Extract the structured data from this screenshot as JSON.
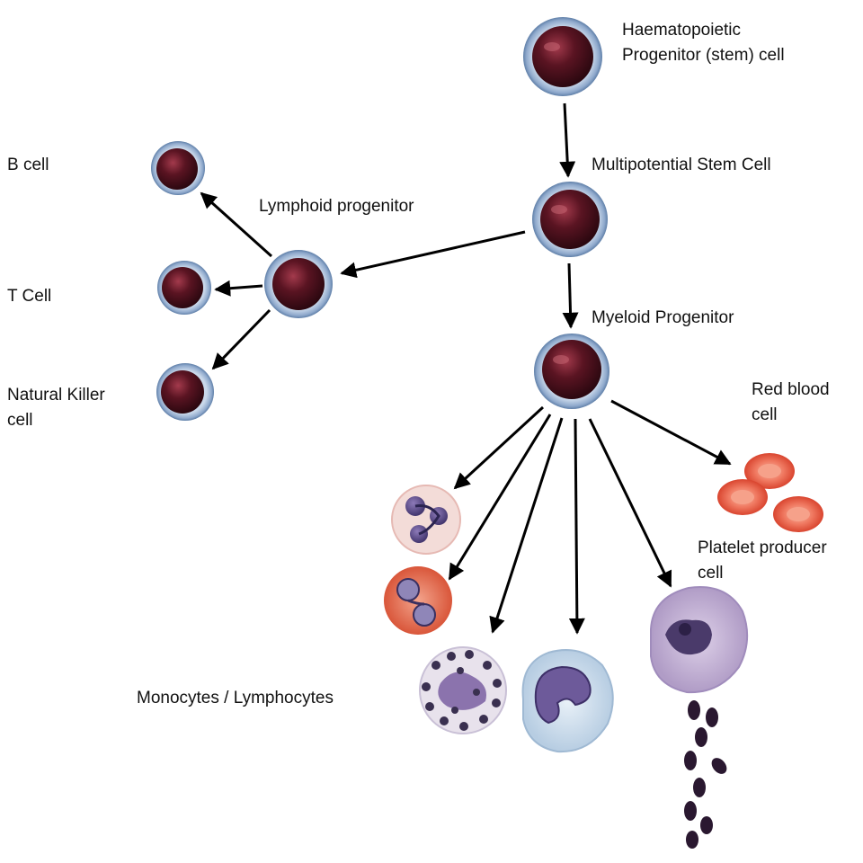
{
  "labels": {
    "hsc": "Haematopoietic\nProgenitor (stem) cell",
    "multipotential": "Multipotential Stem Cell",
    "lymphoid": "Lymphoid progenitor",
    "myeloid": "Myeloid Progenitor",
    "b_cell": "B cell",
    "t_cell": "T Cell",
    "nk_cell": "Natural Killer\ncell",
    "rbc": "Red blood\ncell",
    "platelet": "Platelet producer\ncell",
    "mono_lympho": "Monocytes / Lymphocytes"
  },
  "colors": {
    "progenitor_nucleus": "#4a0f1c",
    "progenitor_membrane": "#9fb8d8",
    "rbc": "#e8604c",
    "eosinophil": "#e06a50",
    "basophil_granule": "#3a3050",
    "cytoplasm_light": "#f2d6d2",
    "monocyte_cytoplasm": "#cfe0ee",
    "megakaryocyte": "#c8b6d8",
    "platelet": "#2a1830",
    "arrow": "#000000"
  }
}
